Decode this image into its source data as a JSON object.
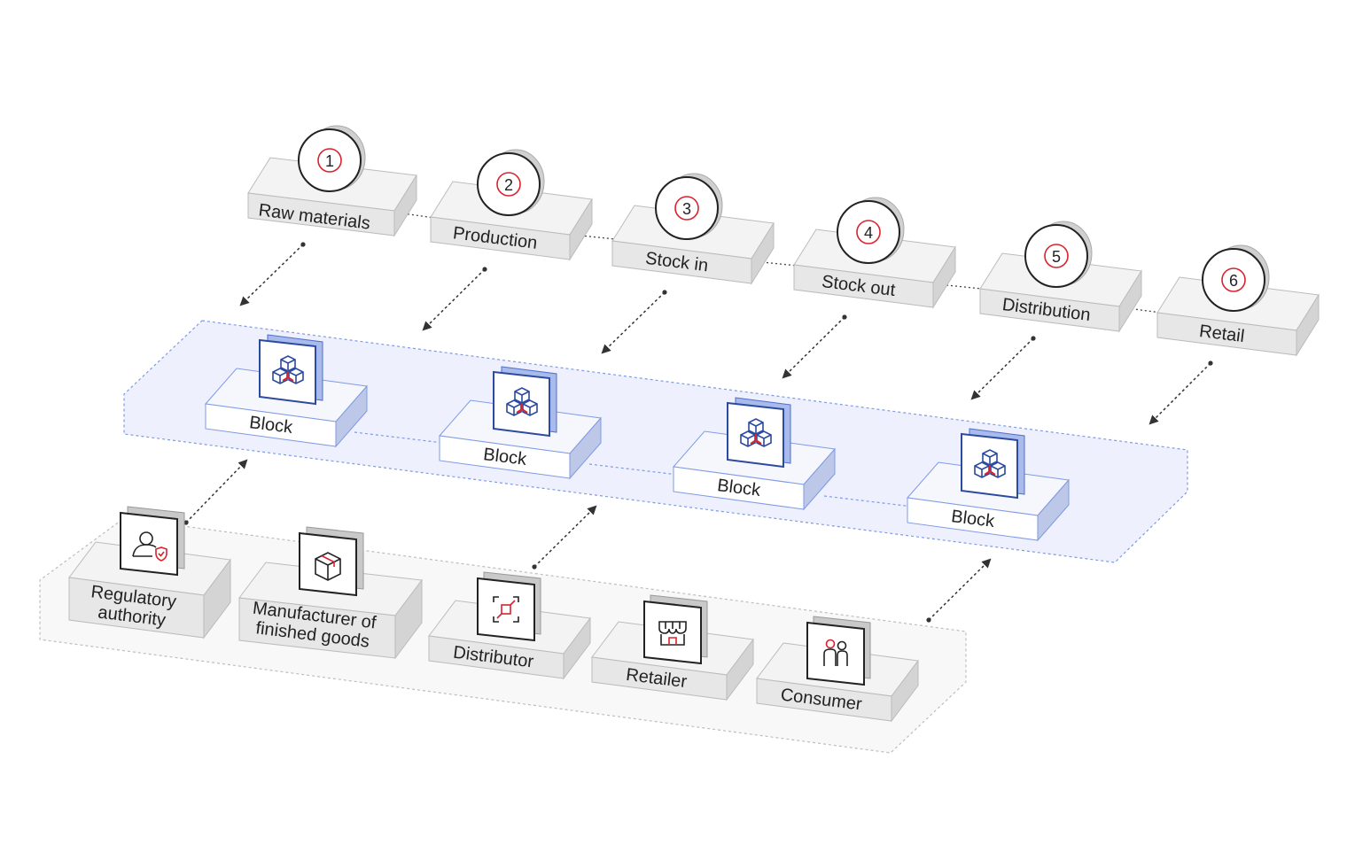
{
  "stages": [
    {
      "num": "1",
      "label": "Raw materials"
    },
    {
      "num": "2",
      "label": "Production"
    },
    {
      "num": "3",
      "label": "Stock in"
    },
    {
      "num": "4",
      "label": "Stock out"
    },
    {
      "num": "5",
      "label": "Distribution"
    },
    {
      "num": "6",
      "label": "Retail"
    }
  ],
  "blocks": [
    {
      "label": "Block",
      "icon": "cubes-icon"
    },
    {
      "label": "Block",
      "icon": "cubes-icon"
    },
    {
      "label": "Block",
      "icon": "cubes-icon"
    },
    {
      "label": "Block",
      "icon": "cubes-icon"
    }
  ],
  "participants": [
    {
      "line1": "Regulatory",
      "line2": "authority",
      "icon": "user-shield-icon"
    },
    {
      "line1": "Manufacturer of",
      "line2": "finished goods",
      "icon": "package-box-icon"
    },
    {
      "line1": "Distributor",
      "line2": "",
      "icon": "scan-target-icon"
    },
    {
      "line1": "Retailer",
      "line2": "",
      "icon": "storefront-icon"
    },
    {
      "line1": "Consumer",
      "line2": "",
      "icon": "people-icon"
    }
  ],
  "colors": {
    "accent": "#d9232e",
    "block_blue": "#2b4aa0",
    "block_panel": "#eef1fd",
    "block_panel_border": "#7f9ae6",
    "gray_panel_border": "#bdbdbd"
  }
}
